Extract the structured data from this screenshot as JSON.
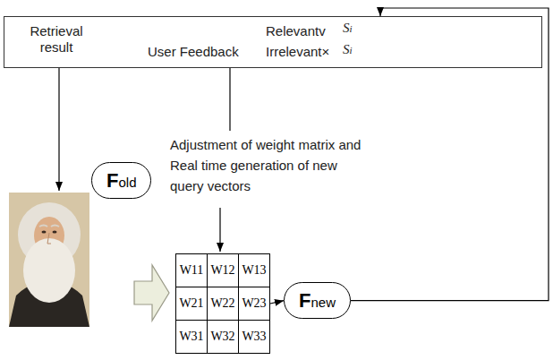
{
  "diagram": {
    "nodes": [
      {
        "text": [
          "Retrieval result",
          "User Feedback",
          "Relevantv",
          "Si",
          "Irrelevant×",
          "Si"
        ]
      },
      {
        "text": [
          "Fold"
        ]
      },
      {
        "text": [
          "W11",
          "W12",
          "W13",
          "W21",
          "W22",
          "W23",
          "W31",
          "W32",
          "W33"
        ]
      },
      {
        "text": [
          "Fnew"
        ]
      }
    ],
    "edges": [
      {
        "from": 2,
        "to": 3,
        "arrow": "to"
      },
      {
        "from": 3,
        "to": 0,
        "arrow": "to"
      }
    ],
    "labels": [
      "Adjustment of weight matrix and Real time generation of new query vectors"
    ]
  }
}
